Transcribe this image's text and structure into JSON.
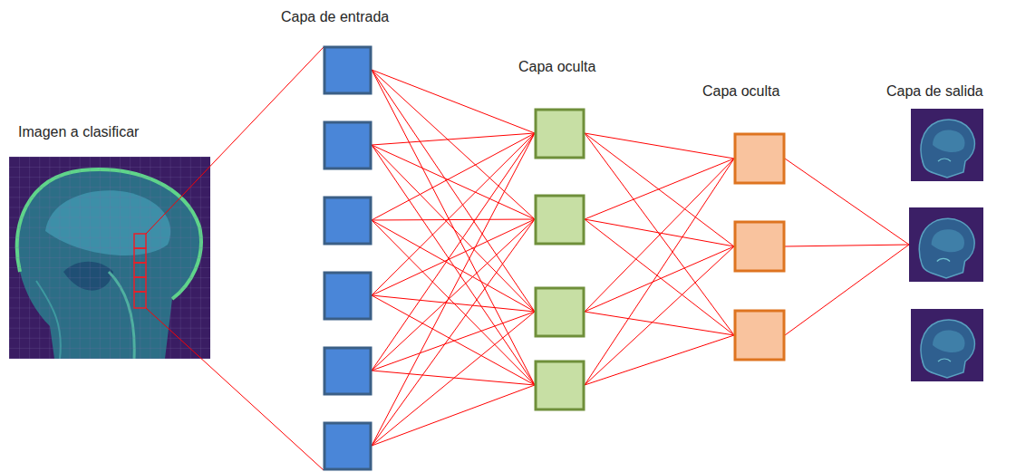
{
  "diagram": {
    "labels": [
      "Imagen a clasificar",
      "Capa de entrada",
      "Capa oculta",
      "Capa oculta",
      "Capa de salida"
    ]
  }
}
